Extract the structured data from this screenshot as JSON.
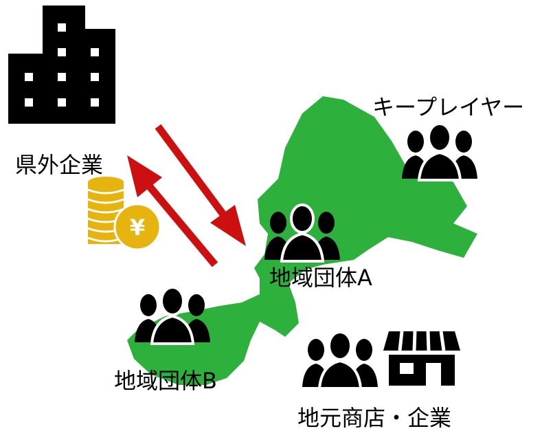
{
  "labels": {
    "outside_company": "県外企業",
    "key_players": "キープレイヤー",
    "group_a": "地域団体A",
    "group_b": "地域団体B",
    "local_business": "地元商店・企業"
  },
  "coin": {
    "symbol": "¥"
  },
  "colors": {
    "region_fill": "#2db03c",
    "arrow": "#cc1010",
    "coin": "#e7b40f",
    "icon": "#000000",
    "text": "#000000"
  },
  "icons": [
    "office-building-icon",
    "coin-stack-icon",
    "yen-coin-icon",
    "people-group-icon",
    "storefront-icon"
  ]
}
